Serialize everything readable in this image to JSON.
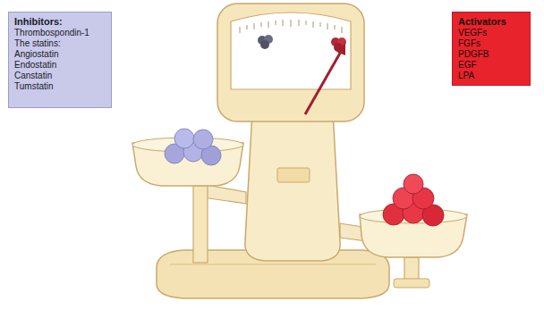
{
  "diagram": {
    "nodes": [
      {
        "text": [
          "Inhibitors:",
          "Thrombospondin-1",
          "The statins:",
          "Angiostatin",
          "Endostatin",
          "Canstatin",
          "Tumstatin"
        ]
      },
      {
        "text": [
          "Activators",
          "VEGFs",
          "FGFs",
          "PDGFB",
          "EGF",
          "LPA"
        ]
      }
    ]
  }
}
